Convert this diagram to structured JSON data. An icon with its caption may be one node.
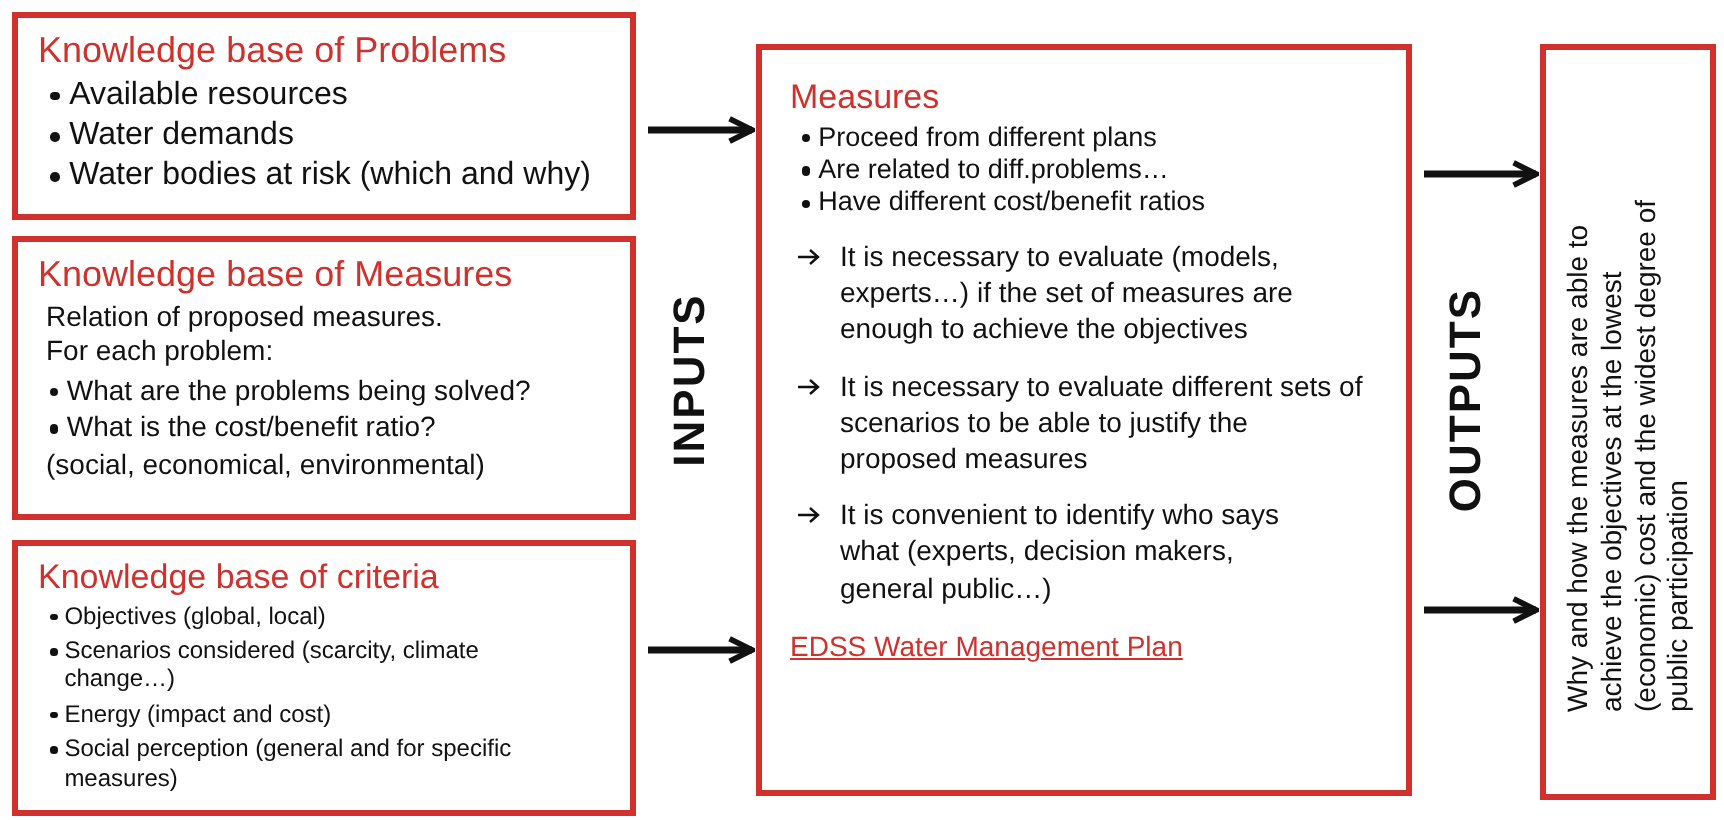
{
  "diagram": {
    "nodes": [
      {
        "text": [
          "Knowledge base of Problems",
          "Available resources",
          "Water demands",
          "Water bodies at risk (which and why)"
        ]
      },
      {
        "text": [
          "Knowledge base of Measures",
          "Relation of proposed measures. For each problem:",
          "What are the problems being solved?",
          "What is the cost/benefit ratio?",
          "(social, economical, environmental)"
        ]
      },
      {
        "text": [
          "Knowledge base of criteria",
          "Objectives (global, local)",
          "Scenarios considered (scarcity, climate change…)",
          "Energy (impact and cost)",
          "Social perception (general and for specific measures)"
        ]
      },
      {
        "text": [
          "Measures",
          "Proceed from different plans",
          "Are related to diff.problems…",
          "Have different cost/benefit ratios",
          "It is necessary to evaluate (models, experts…) if the set of measures are enough to achieve the objectives",
          "It is necessary to evaluate different sets of scenarios to be able to justify the proposed measures",
          "It is convenient to identify who says what (experts, decision makers, general public…)",
          "EDSS Water Management Plan"
        ]
      },
      {
        "text": [
          "Why and how the measures are able to achieve the objectives at the lowest (economic) cost and the widest degree of public participation"
        ]
      }
    ],
    "edges": [
      {
        "from": 0,
        "to": 3,
        "arrow": "to"
      },
      {
        "from": 2,
        "to": 3,
        "arrow": "to"
      },
      {
        "from": 3,
        "to": 4,
        "arrow": "to"
      },
      {
        "from": 3,
        "to": 4,
        "arrow": "to"
      }
    ],
    "labels": [
      "INPUTS",
      "OUTPUTS"
    ]
  }
}
